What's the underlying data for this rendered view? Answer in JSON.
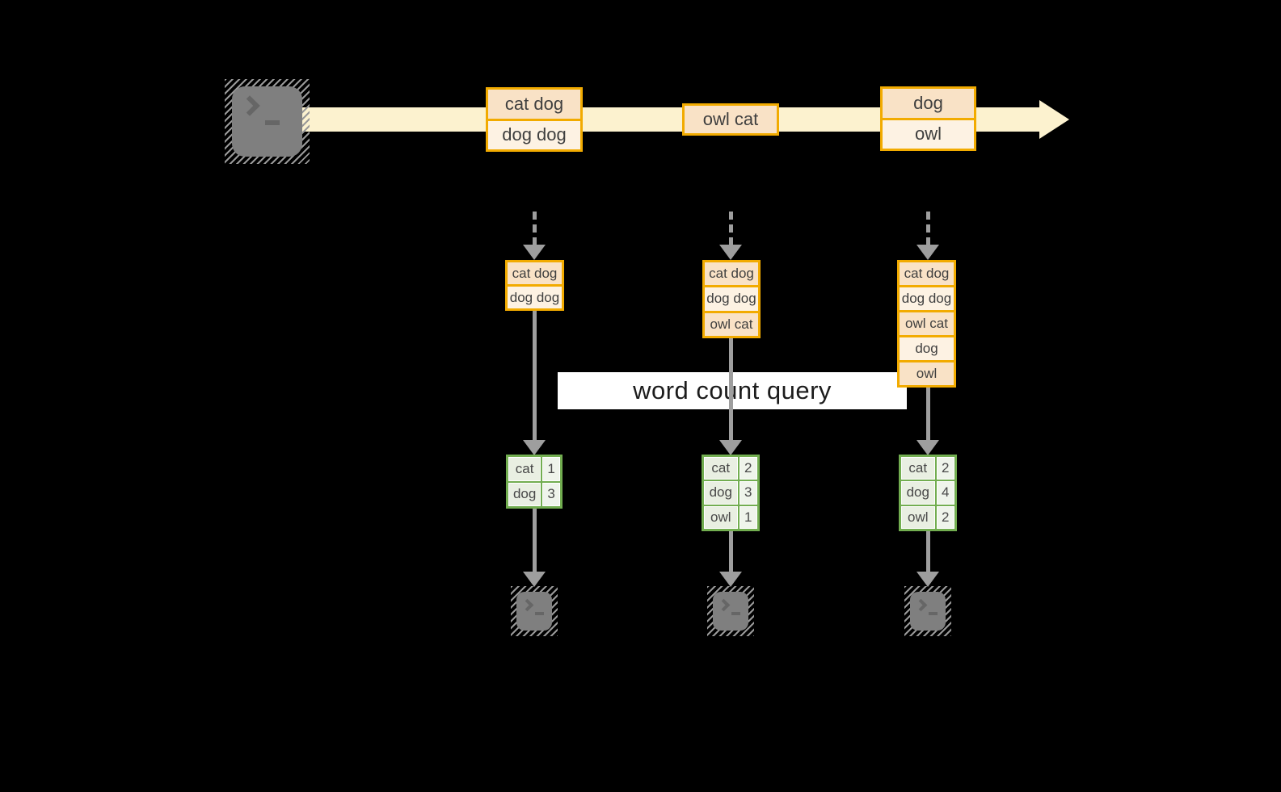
{
  "colors": {
    "background": "#000000",
    "stream_band": "#fcf2cf",
    "box_border": "#f2ab00",
    "cell_fill_dark": "#f9e2c6",
    "cell_fill_light": "#fdf2e3",
    "arrow_gray": "#9e9e9e",
    "table_border": "#72ad50",
    "table_fill_word": "#e9efe2",
    "table_fill_count": "#eff4eb",
    "query_band": "#ffffff"
  },
  "stream": {
    "batches": [
      {
        "items": [
          "cat dog",
          "dog dog"
        ]
      },
      {
        "items": [
          "owl cat"
        ]
      },
      {
        "items": [
          "dog",
          "owl"
        ]
      }
    ]
  },
  "states": [
    {
      "items": [
        "cat dog",
        "dog dog"
      ]
    },
    {
      "items": [
        "cat dog",
        "dog dog",
        "owl cat"
      ]
    },
    {
      "items": [
        "cat dog",
        "dog dog",
        "owl cat",
        "dog",
        "owl"
      ]
    }
  ],
  "query": {
    "label": "word count query"
  },
  "results": [
    {
      "rows": [
        {
          "word": "cat",
          "count": "1"
        },
        {
          "word": "dog",
          "count": "3"
        }
      ]
    },
    {
      "rows": [
        {
          "word": "cat",
          "count": "2"
        },
        {
          "word": "dog",
          "count": "3"
        },
        {
          "word": "owl",
          "count": "1"
        }
      ]
    },
    {
      "rows": [
        {
          "word": "cat",
          "count": "2"
        },
        {
          "word": "dog",
          "count": "4"
        },
        {
          "word": "owl",
          "count": "2"
        }
      ]
    }
  ],
  "icons": {
    "source": "terminal-icon",
    "sinks": [
      "terminal-icon",
      "terminal-icon",
      "terminal-icon"
    ]
  }
}
